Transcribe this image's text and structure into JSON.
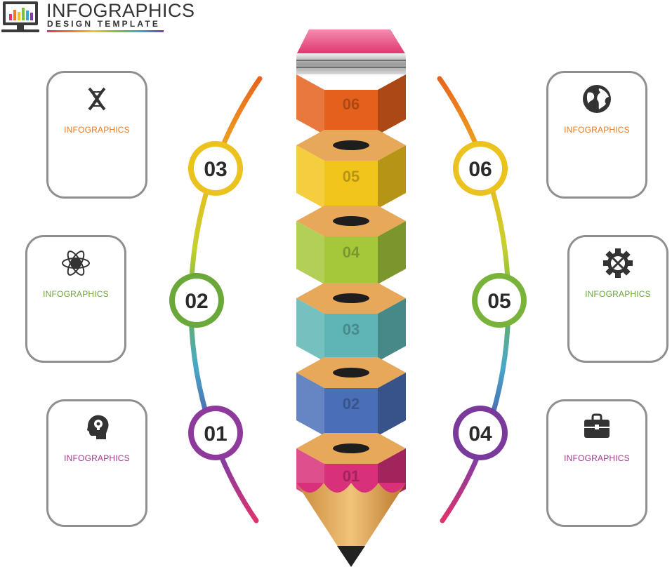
{
  "header": {
    "title": "INFOGRAPHICS",
    "subtitle": "DESIGN TEMPLATE",
    "logo_icon": "monitor-chart-icon"
  },
  "pencil_segments": [
    {
      "label": "06",
      "color": "#e4601c",
      "part": "eraser-band"
    },
    {
      "label": "05",
      "color": "#f2c51d"
    },
    {
      "label": "04",
      "color": "#a4c83a"
    },
    {
      "label": "03",
      "color": "#5fb5b5"
    },
    {
      "label": "02",
      "color": "#4a6fb8"
    },
    {
      "label": "01",
      "color": "#d8307a",
      "part": "tip"
    }
  ],
  "markers": [
    {
      "label": "01",
      "color": "#8e3a9c",
      "side": "left"
    },
    {
      "label": "02",
      "color": "#6aa83a",
      "side": "left"
    },
    {
      "label": "03",
      "color": "#ecc21e",
      "side": "left"
    },
    {
      "label": "04",
      "color": "#7a3a9c",
      "side": "right"
    },
    {
      "label": "05",
      "color": "#7ab33a",
      "side": "right"
    },
    {
      "label": "06",
      "color": "#ecc21e",
      "side": "right"
    }
  ],
  "cards": [
    {
      "label": "INFOGRAPHICS",
      "icon": "dna-icon",
      "color": "#e87a1e"
    },
    {
      "label": "INFOGRAPHICS",
      "icon": "atom-icon",
      "color": "#6aa83a"
    },
    {
      "label": "INFOGRAPHICS",
      "icon": "head-lightbulb-icon",
      "color": "#a23a8c"
    },
    {
      "label": "INFOGRAPHICS",
      "icon": "globe-icon",
      "color": "#e87a1e"
    },
    {
      "label": "INFOGRAPHICS",
      "icon": "gear-icon",
      "color": "#6aa83a"
    },
    {
      "label": "INFOGRAPHICS",
      "icon": "briefcase-icon",
      "color": "#a23a8c"
    }
  ]
}
